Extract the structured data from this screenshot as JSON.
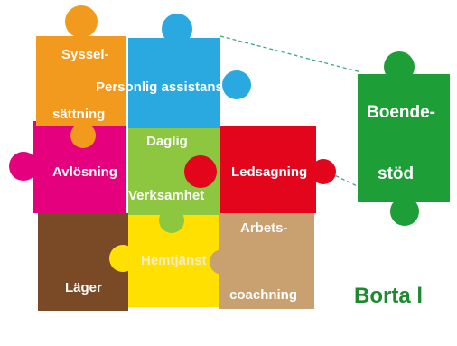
{
  "pieces": {
    "syssel_top": "Syssel-",
    "syssel_bottom": "sättning",
    "personlig": "Personlig assistans",
    "daglig_top": "Daglig",
    "daglig_bottom": "Verksamhet",
    "avlosning": "Avlösning",
    "ledsagning": "Ledsagning",
    "arbets_top": "Arbets-",
    "arbets_bottom": "coachning",
    "hemtjanst": "Hemtjänst",
    "lager": "Läger",
    "boende_top": "Boende-",
    "boende_bottom": "stöd"
  },
  "tagline": "Borta l",
  "colors": {
    "orange": "#f29a1e",
    "blue": "#2aa9e0",
    "lime": "#8dc63f",
    "magenta": "#e5007e",
    "red": "#e3051b",
    "tan": "#c9a06f",
    "yellow": "#ffe000",
    "brown": "#7a4a26",
    "green": "#1e9e37",
    "dash": "#3aa97a"
  }
}
